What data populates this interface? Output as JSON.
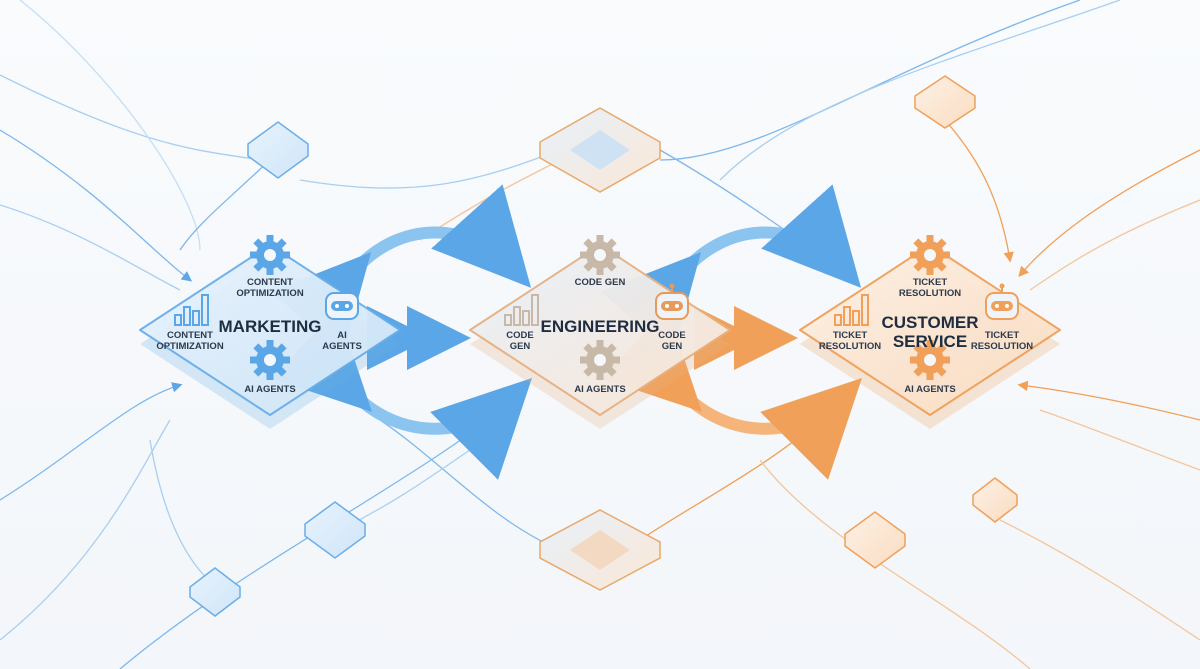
{
  "colors": {
    "blue": "#5aa6e6",
    "orange": "#f0a058",
    "text": "#1f2d40"
  },
  "hubs": [
    {
      "title_lines": [
        "MARKETING"
      ],
      "top_label": [
        "CONTENT",
        "OPTIMIZATION"
      ],
      "left_label": [
        "CONTENT",
        "OPTIMIZATION"
      ],
      "right_label": [
        "AI",
        "AGENTS"
      ],
      "bottom_label": "AI AGENTS"
    },
    {
      "title_lines": [
        "ENGINEERING"
      ],
      "top_label": [
        "CODE GEN"
      ],
      "left_label": [
        "CODE",
        "GEN"
      ],
      "right_label": [
        "CODE",
        "GEN"
      ],
      "bottom_label": "AI AGENTS"
    },
    {
      "title_lines": [
        "CUSTOMER",
        "SERVICE"
      ],
      "top_label": [
        "TICKET",
        "RESOLUTION"
      ],
      "left_label": [
        "TICKET",
        "RESOLUTION"
      ],
      "right_label": [
        "TICKET",
        "RESOLUTION"
      ],
      "bottom_label": "AI AGENTS"
    }
  ]
}
